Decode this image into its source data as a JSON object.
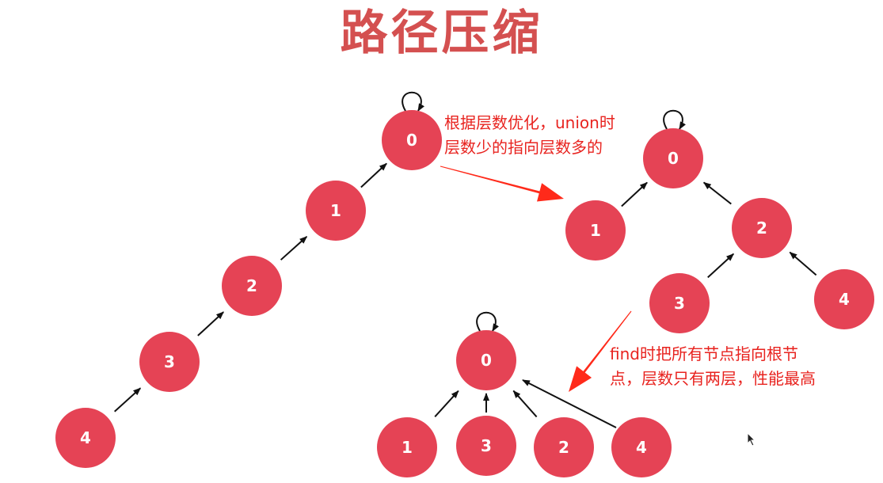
{
  "title": "路径压缩",
  "colors": {
    "title": "#d45050",
    "node_fill": "#e54355",
    "node_text": "#ffffff",
    "edge": "#111111",
    "annotation_text": "#e8231f",
    "annotation_arrow": "#ff2a1a",
    "background": "#ffffff"
  },
  "annotations": {
    "rank_optimization": {
      "line1": "根据层数优化，union时",
      "line2": "层数少的指向层数多的"
    },
    "path_compression": {
      "line1": "find时把所有节点指向根节",
      "line2": "点，层数只有两层，性能最高"
    }
  },
  "chain_tree": {
    "nodes": [
      "0",
      "1",
      "2",
      "3",
      "4"
    ],
    "edges": [
      [
        "4",
        "3"
      ],
      [
        "3",
        "2"
      ],
      [
        "2",
        "1"
      ],
      [
        "1",
        "0"
      ]
    ],
    "root": "0"
  },
  "rank_tree": {
    "nodes": [
      "0",
      "1",
      "2",
      "3",
      "4"
    ],
    "edges": [
      [
        "1",
        "0"
      ],
      [
        "2",
        "0"
      ],
      [
        "3",
        "2"
      ],
      [
        "4",
        "2"
      ]
    ],
    "root": "0"
  },
  "compressed_tree": {
    "nodes": [
      "0",
      "1",
      "3",
      "2",
      "4"
    ],
    "edges": [
      [
        "1",
        "0"
      ],
      [
        "3",
        "0"
      ],
      [
        "2",
        "0"
      ],
      [
        "4",
        "0"
      ]
    ],
    "root": "0"
  }
}
